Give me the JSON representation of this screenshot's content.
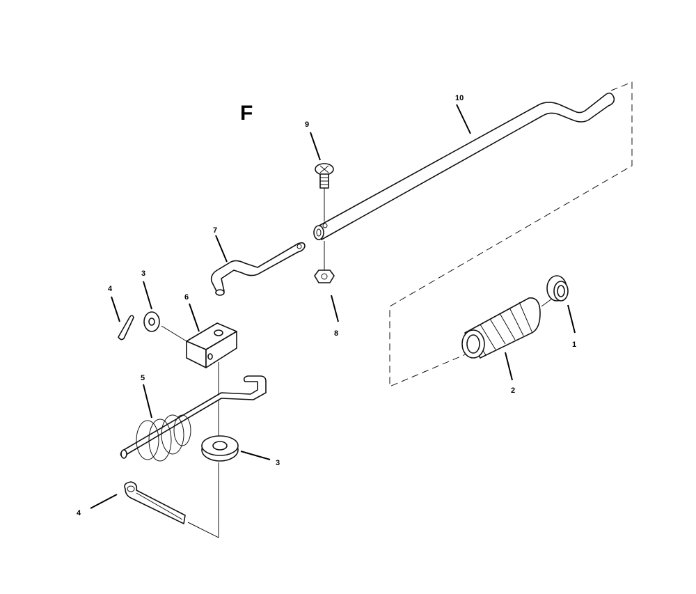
{
  "diagram": {
    "section_letter": "F",
    "callouts": {
      "c1": "1",
      "c2": "2",
      "c3a": "3",
      "c3b": "3",
      "c4a": "4",
      "c4b": "4",
      "c5": "5",
      "c6": "6",
      "c7": "7",
      "c8": "8",
      "c9": "9",
      "c10": "10"
    }
  }
}
